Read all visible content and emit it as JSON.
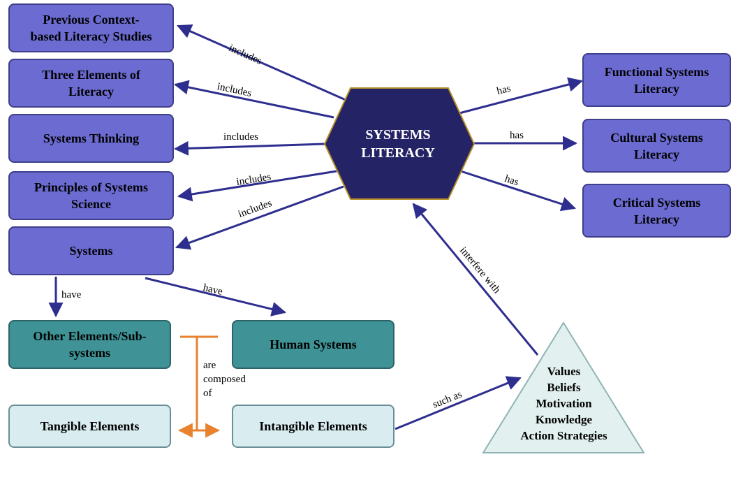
{
  "center": {
    "line1": "SYSTEMS",
    "line2": "LITERACY"
  },
  "left_boxes": {
    "previous": {
      "line1": "Previous Context-",
      "line2": "based Literacy Studies"
    },
    "three": {
      "line1": "Three Elements of",
      "line2": "Literacy"
    },
    "thinking": {
      "line1": "Systems Thinking"
    },
    "principles": {
      "line1": "Principles of Systems",
      "line2": "Science"
    },
    "systems": {
      "line1": "Systems"
    }
  },
  "right_boxes": {
    "functional": {
      "line1": "Functional Systems",
      "line2": "Literacy"
    },
    "cultural": {
      "line1": "Cultural Systems",
      "line2": "Literacy"
    },
    "critical": {
      "line1": "Critical Systems",
      "line2": "Literacy"
    }
  },
  "lower_boxes": {
    "other": {
      "line1": "Other Elements/Sub-",
      "line2": "systems"
    },
    "human": {
      "line1": "Human Systems"
    },
    "tangible": {
      "line1": "Tangible Elements"
    },
    "intangible": {
      "line1": "Intangible Elements"
    }
  },
  "triangle": {
    "items": [
      "Values",
      "Beliefs",
      "Motivation",
      "Knowledge",
      "Action Strategies"
    ]
  },
  "labels": {
    "includes": "includes",
    "has": "has",
    "have": "have",
    "composed_line1": "are",
    "composed_line2": "composed",
    "composed_line3": "of",
    "such_as": "such as",
    "interfere": "interfere with"
  },
  "colors": {
    "hexagon": "#232366",
    "hexagon_border": "#b8902a",
    "arrow": "#2e2e8f",
    "orange": "#e8822e"
  }
}
